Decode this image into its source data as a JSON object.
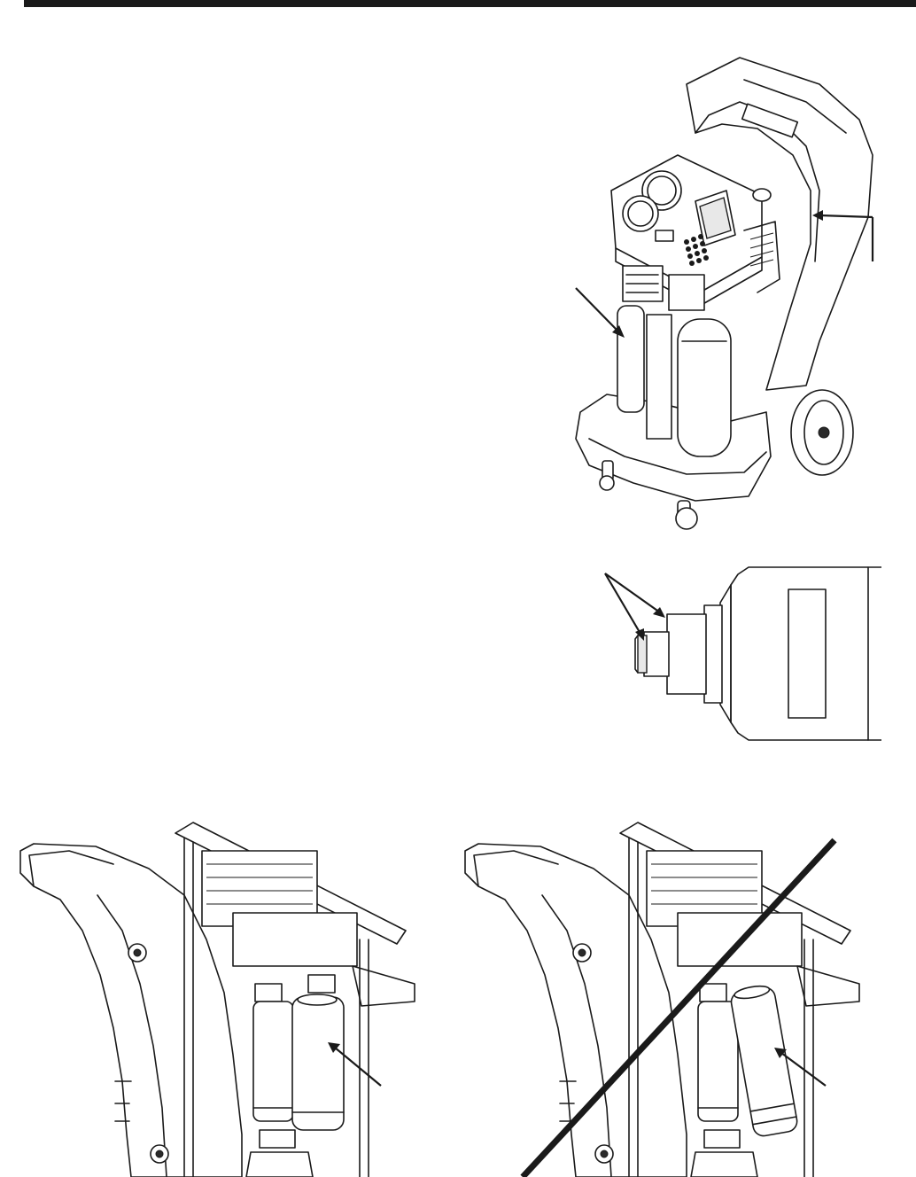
{
  "document": {
    "figures": [
      {
        "id": "machine-overview",
        "arrows": 2
      },
      {
        "id": "filter-cartridge-closeup",
        "arrows": 2
      },
      {
        "id": "filter-installed-correct",
        "arrows": 1,
        "strikethrough": false
      },
      {
        "id": "filter-installed-incorrect",
        "arrows": 1,
        "strikethrough": true
      }
    ]
  },
  "colors": {
    "ink": "#1a1a1a",
    "paper": "#ffffff"
  }
}
